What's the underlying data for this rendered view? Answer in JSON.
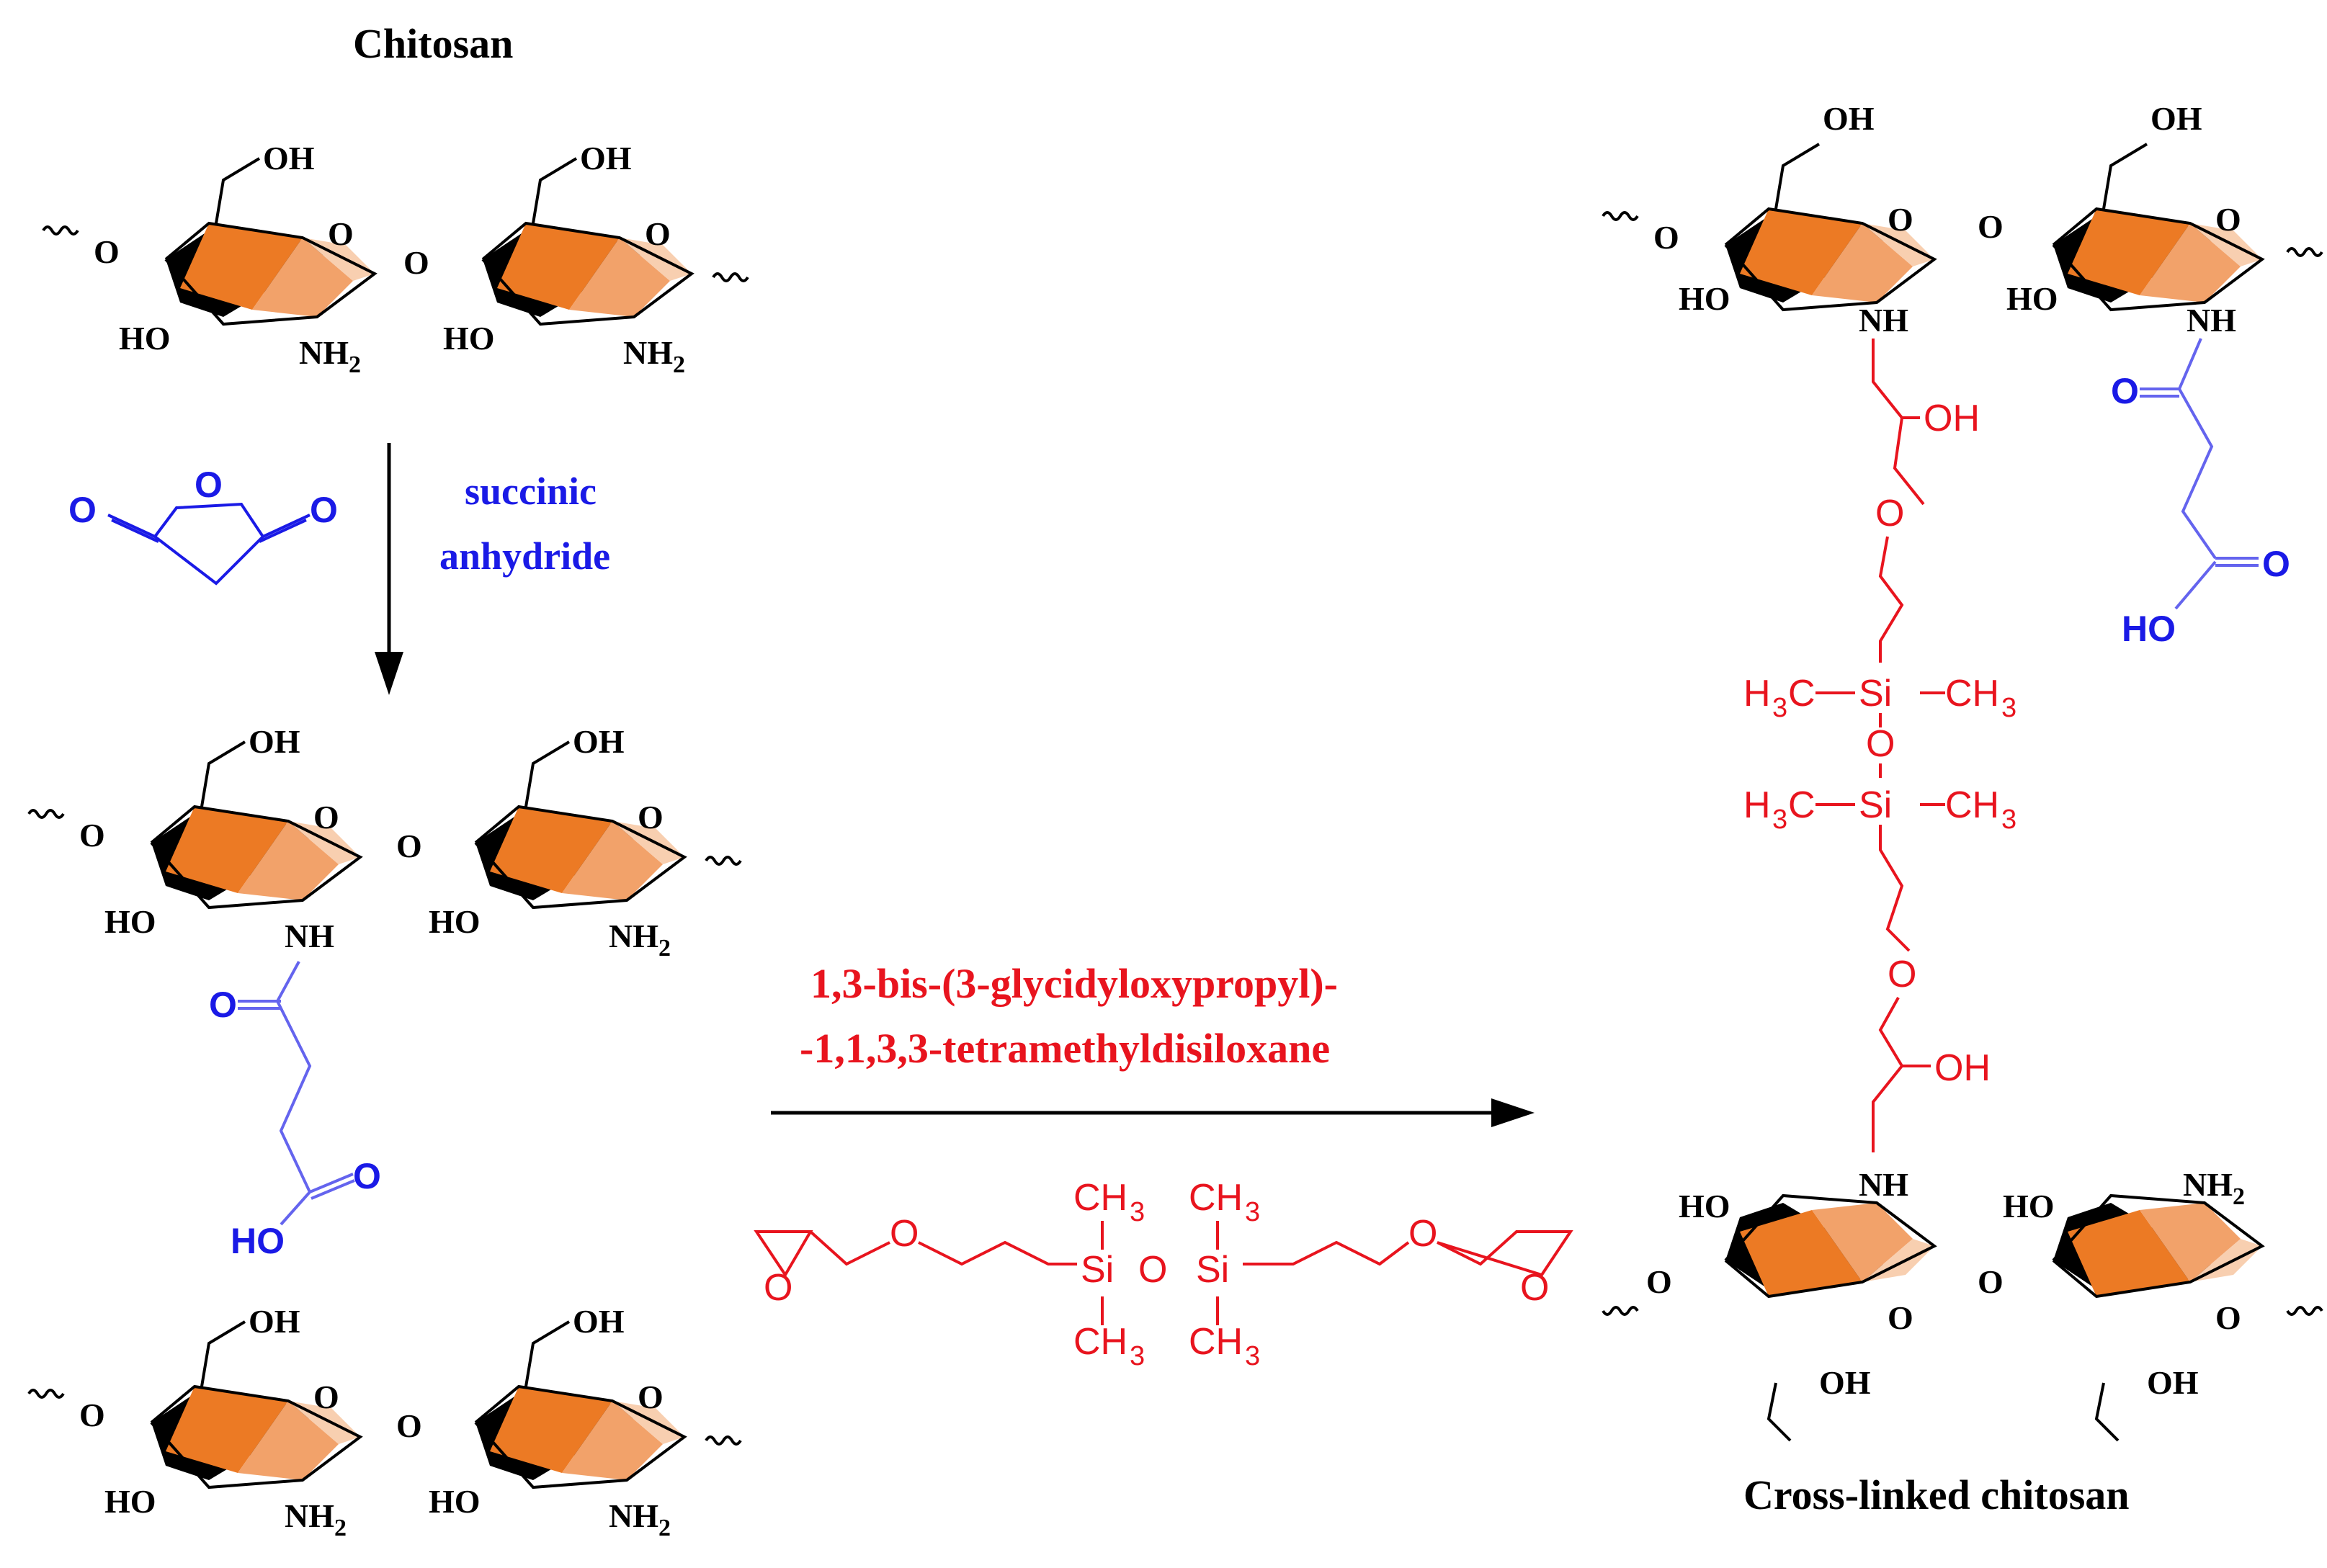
{
  "labels": {
    "chitosan": "Chitosan",
    "crosslinked": "Cross-linked chitosan",
    "succinic_line1": "succinic",
    "succinic_line2": "anhydride",
    "reagent_line1": "1,3-bis-(3-glycidyloxypropyl)-",
    "reagent_line2": "-1,1,3,3-tetramethyldisiloxane"
  },
  "atoms": {
    "oh": "OH",
    "ho": "HO",
    "o": "O",
    "nh": "NH",
    "nh2": "NH",
    "sub2": "2",
    "ch": "CH",
    "sub3": "3",
    "h": "H",
    "c": "C",
    "si": "Si"
  },
  "colors": {
    "crosslinker": "#e8141e",
    "succinyl": "#1a1ae6",
    "ring_dark": "#ec7a24",
    "ring_light": "#f8cfb0"
  }
}
